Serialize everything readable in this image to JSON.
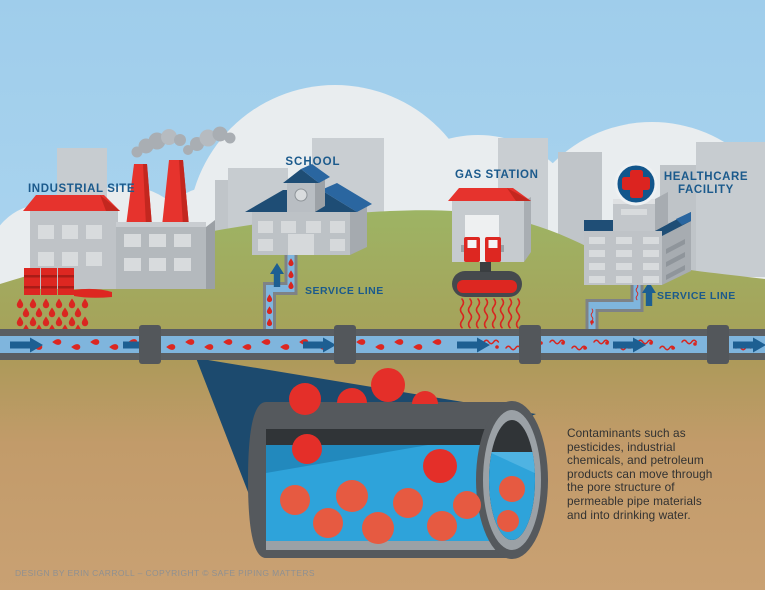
{
  "title": "Permeable pipe contamination infographic",
  "labels": {
    "industrial_site": "INDUSTRIAL SITE",
    "school": "SCHOOL",
    "school_service_line": "SERVICE LINE",
    "gas_station": "GAS STATION",
    "healthcare_facility": "HEALTHCARE\nFACILITY",
    "healthcare_service_line": "SERVICE LINE"
  },
  "callout": {
    "text": "Contaminants such as\npesticides, industrial\nchemicals, and petroleum\nproducts can move through\nthe pore structure of\npermeable pipe materials\nand into drinking water."
  },
  "footer": {
    "credit": "DESIGN BY ERIN CARROLL – COPYRIGHT © SAFE PIPING MATTERS"
  },
  "icons": {
    "flow_arrow": "right-pointing water-flow arrow",
    "up_arrow": "upward service-line arrow",
    "medical_cross": "red cross on navy circle",
    "droplet": "red contaminant droplet",
    "squiggle": "red petroleum squiggle"
  },
  "palette": {
    "sky": "#a7d2ee",
    "cloud": "#e9edef",
    "grass": "#9db364",
    "soil": "#c29b6a",
    "pipe_gray": "#5a5e62",
    "pipe_water": "#7fb5dd",
    "cutaway_water": "#2ea3da",
    "contaminant_red": "#dd2721",
    "particle_orange": "#e65a41",
    "accent_red": "#e6332d",
    "label_navy": "#1b5a8c",
    "arrow_navy": "#1d5f92",
    "roof_navy": "#1f4e76",
    "funnel_navy": "#1c4a6e",
    "building_gray": "#bfc3c7"
  }
}
